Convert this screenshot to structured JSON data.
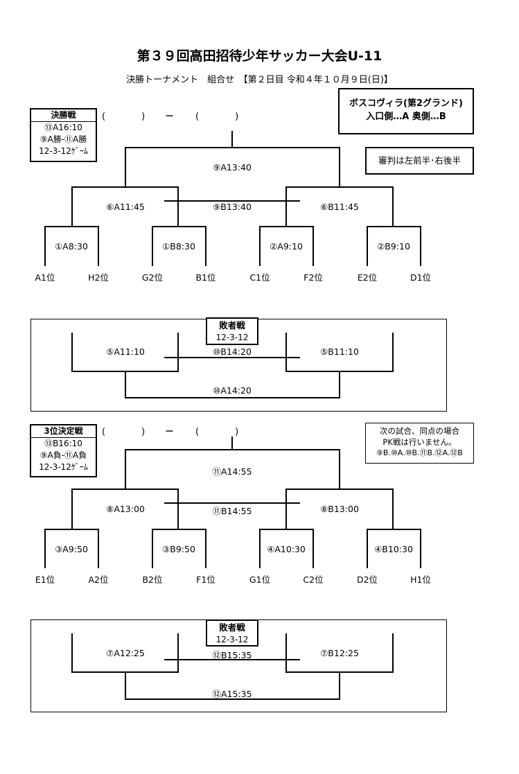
{
  "title": "第３９回高田招待少年サッカー大会U-11",
  "subtitle": "決勝トーナメント　組合せ　【第２日目 令和４年１０月９日(日)】",
  "info_box": {
    "line1": "ボスコヴィラ(第2グランド)",
    "line2": "入口側…A  奥側…B"
  },
  "referee_note": "審判は左前半･右後半",
  "final": {
    "box": {
      "title": "決勝戦",
      "time": "⑬A16:10",
      "match": "⑨A勝-⑪A勝",
      "format": "12-3-12ｹﾞｰﾑ"
    },
    "score_left": "(　　　　)",
    "dash": "－",
    "score_right": "(　　　　)",
    "top_match": "⑨A13:40",
    "semi_left": "⑥A11:45",
    "semi_center": "⑨B13:40",
    "semi_right": "⑥B11:45",
    "r1": [
      "①A8:30",
      "①B8:30",
      "②A9:10",
      "②B9:10"
    ],
    "teams": [
      "A1位",
      "H2位",
      "G2位",
      "B1位",
      "C1位",
      "F2位",
      "E2位",
      "D1位"
    ]
  },
  "consolation1": {
    "title": "敗者戦",
    "format": "12-3-12",
    "left": "⑤A11:10",
    "center": "⑩B14:20",
    "right": "⑤B11:10",
    "bottom": "⑩A14:20"
  },
  "third": {
    "box": {
      "title": "3位決定戦",
      "time": "⑬B16:10",
      "match": "⑨A負-⑪A負",
      "format": "12-3-12ｹﾞｰﾑ"
    },
    "score_left": "(　　　　)",
    "dash": "－",
    "score_right": "(　　　　)",
    "note": {
      "line1": "次の試合、同点の場合",
      "line2": "PK戦は行いません。",
      "line3": "⑨B.⑩A.⑩B.⑪B.⑫A.⑫B"
    },
    "top_match": "⑪A14:55",
    "semi_left": "⑧A13:00",
    "semi_center": "⑪B14:55",
    "semi_right": "⑧B13:00",
    "r1": [
      "③A9:50",
      "③B9:50",
      "④A10:30",
      "④B10:30"
    ],
    "teams": [
      "E1位",
      "A2位",
      "B2位",
      "F1位",
      "G1位",
      "C2位",
      "D2位",
      "H1位"
    ]
  },
  "consolation2": {
    "title": "敗者戦",
    "format": "12-3-12",
    "left": "⑦A12:25",
    "center": "⑫B15:35",
    "right": "⑦B12:25",
    "bottom": "⑫A15:35"
  }
}
